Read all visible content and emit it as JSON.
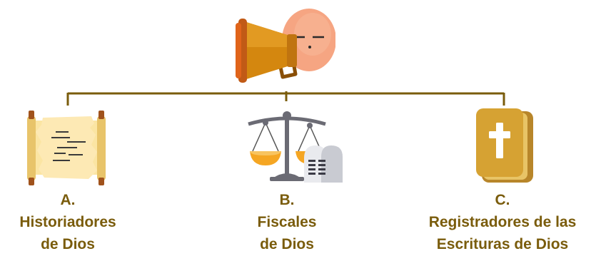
{
  "colors": {
    "connector": "#7a5c0c",
    "label": "#7a5c0c",
    "megaphone": "#d4870f",
    "skin": "#f6a582",
    "bible": "#d6a233",
    "scroll_paper": "#fbe5a3",
    "scale_metal": "#6b6b74",
    "scale_pan": "#f5a623"
  },
  "icons": {
    "top": "megaphone-speaker-icon",
    "a": "scroll-icon",
    "b": "scales-and-tablets-icon",
    "c": "bible-icon"
  },
  "branches": [
    {
      "letter": "A.",
      "lines": [
        "Historiadores",
        "de Dios"
      ]
    },
    {
      "letter": "B.",
      "lines": [
        "Fiscales",
        "de Dios"
      ]
    },
    {
      "letter": "C.",
      "lines": [
        "Registradores de las",
        "Escrituras de Dios"
      ]
    }
  ]
}
